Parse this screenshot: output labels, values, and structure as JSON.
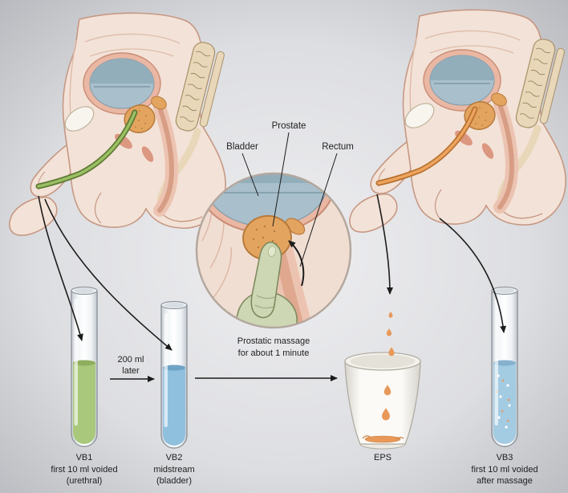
{
  "anatomy_labels": {
    "bladder": "Bladder",
    "prostate": "Prostate",
    "rectum": "Rectum"
  },
  "steps": {
    "interval_line1": "200 ml",
    "interval_line2": "later",
    "massage_line1": "Prostatic massage",
    "massage_line2": "for about 1 minute"
  },
  "specimens": {
    "vb1": {
      "id": "VB1",
      "desc1": "first 10 ml voided",
      "desc2": "(urethral)",
      "liquid_color": "#a9c87c"
    },
    "vb2": {
      "id": "VB2",
      "desc1": "midstream",
      "desc2": "(bladder)",
      "liquid_color": "#8fc0de"
    },
    "eps": {
      "id": "EPS",
      "liquid_color": "#e8995a"
    },
    "vb3": {
      "id": "VB3",
      "desc1": "first 10 ml voided",
      "desc2": "after massage",
      "liquid_color": "#a3cbe2"
    }
  },
  "colors": {
    "background_center": "#eeeef1",
    "background_edge": "#b9babf",
    "skin": "#f3e2d7",
    "skin_outline": "#c69884",
    "bladder_fill": "#a9c0cc",
    "bladder_rim": "#e9b7a3",
    "prostate": "#e3a45f",
    "rectum": "#ecc3b1",
    "bone": "#e8d7b8",
    "glove": "#cdd7b4",
    "urethra_before": "#9bbf63",
    "urethra_after": "#eda45f",
    "arrow": "#1c1c1c"
  }
}
